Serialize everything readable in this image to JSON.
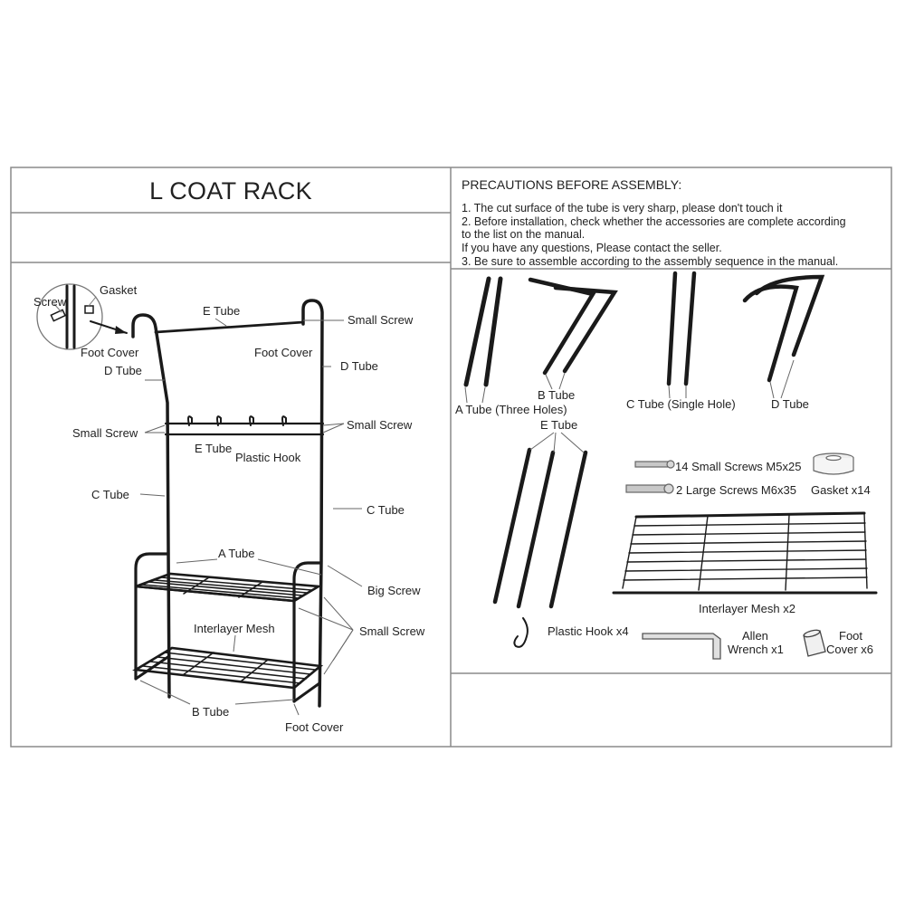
{
  "title": "L COAT RACK",
  "precautions": {
    "heading": "PRECAUTIONS BEFORE ASSEMBLY:",
    "lines": [
      "1. The cut surface of the tube is very sharp, please don't touch it",
      "2. Before installation, check whether the accessories are complete according",
      "to the list on the manual.",
      "If you have any questions, Please contact the seller.",
      "3. Be sure to assemble according to the assembly sequence in the manual."
    ]
  },
  "assembly_labels": {
    "screw": "Screw",
    "gasket": "Gasket",
    "e_tube_top": "E Tube",
    "small_screw_top": "Small Screw",
    "foot_cover_left": "Foot Cover",
    "foot_cover_right": "Foot Cover",
    "d_tube_left": "D Tube",
    "d_tube_right": "D Tube",
    "small_screw_mid_left": "Small Screw",
    "small_screw_mid_right": "Small Screw",
    "e_tube_mid": "E Tube",
    "plastic_hook": "Plastic Hook",
    "c_tube_left": "C Tube",
    "c_tube_right": "C Tube",
    "a_tube": "A Tube",
    "big_screw": "Big Screw",
    "interlayer_mesh": "Interlayer Mesh",
    "small_screw_low": "Small Screw",
    "b_tube": "B Tube",
    "foot_cover_bottom": "Foot Cover"
  },
  "parts_labels": {
    "a_tube": "A Tube (Three Holes)",
    "b_tube": "B Tube",
    "c_tube": "C Tube (Single Hole)",
    "d_tube": "D Tube",
    "e_tube": "E Tube",
    "small_screws": "14 Small Screws M5x25",
    "large_screws": "2 Large Screws M6x35",
    "gasket": "Gasket x14",
    "interlayer_mesh": "Interlayer Mesh x2",
    "plastic_hook": "Plastic Hook x4",
    "allen_wrench_1": "Allen",
    "allen_wrench_2": "Wrench x1",
    "foot_cover_1": "Foot",
    "foot_cover_2": "Cover x6"
  }
}
